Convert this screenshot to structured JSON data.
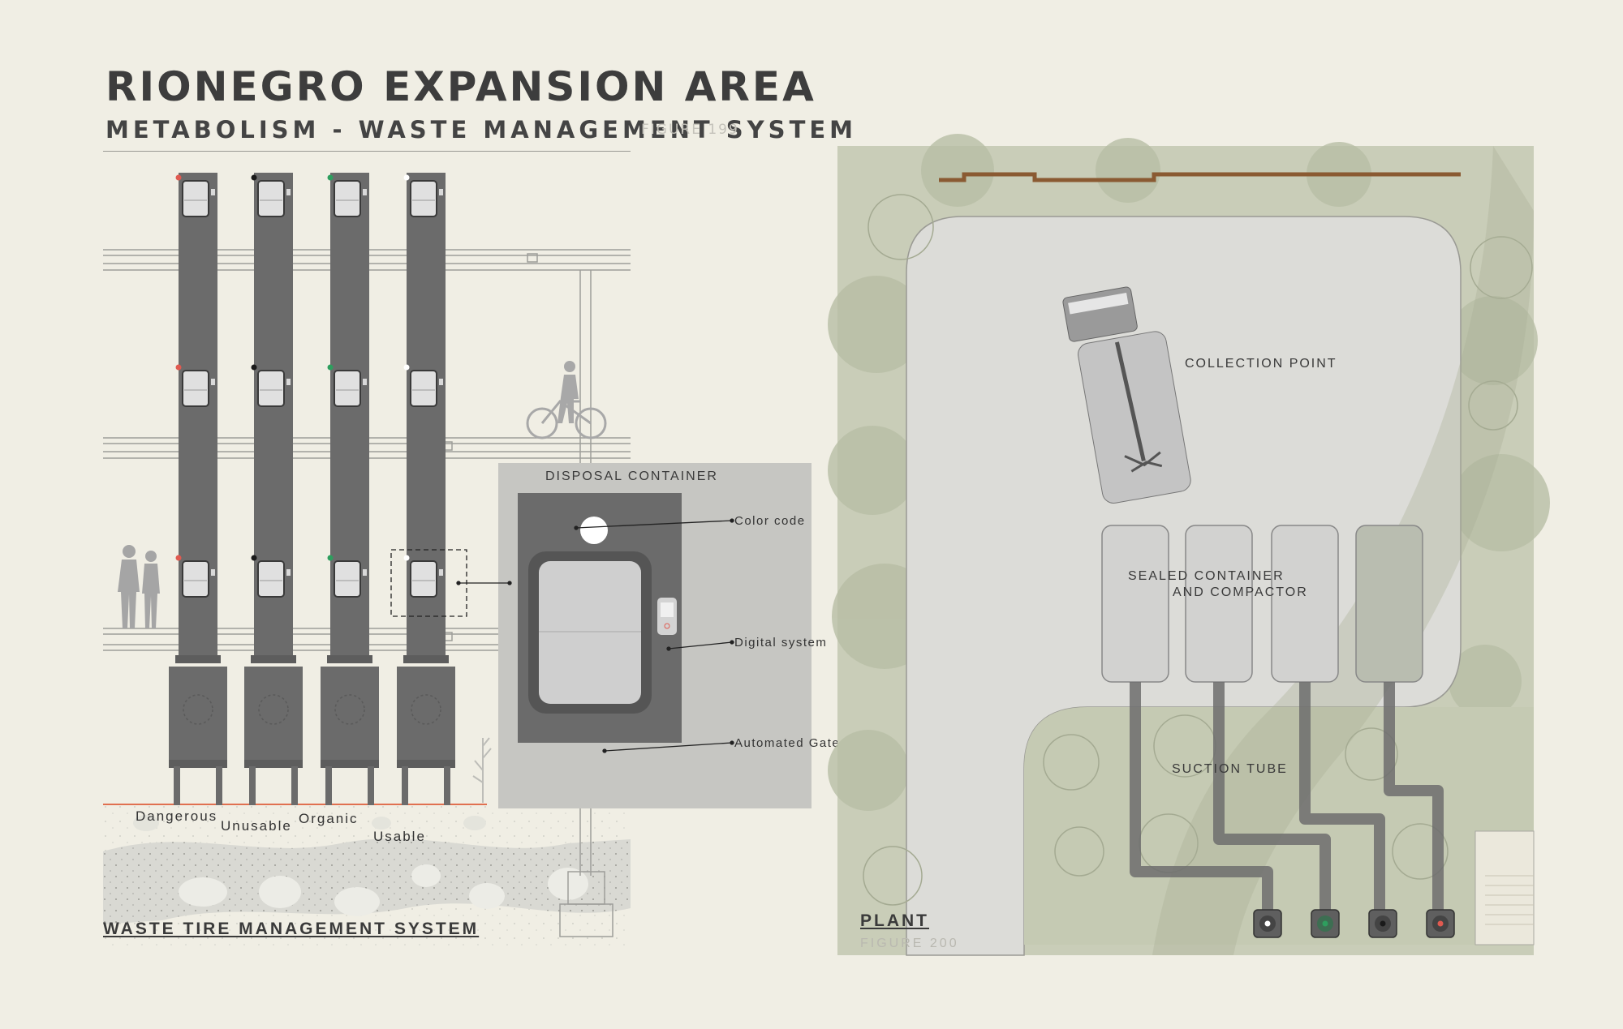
{
  "header": {
    "title": "RIONEGRO EXPANSION AREA",
    "subtitle": "METABOLISM - WASTE MANAGEMENT SYSTEM",
    "figure_ref": "FIGURE 199"
  },
  "section": {
    "categories": [
      "Dangerous",
      "Unusable",
      "Organic",
      "Usable"
    ],
    "category_colors": [
      "#e05a50",
      "#1a1a1a",
      "#2e9e5e",
      "#ffffff"
    ],
    "system_name": "WASTE TIRE MANAGEMENT SYSTEM"
  },
  "detail": {
    "title": "DISPOSAL CONTAINER",
    "callouts": [
      "Color code",
      "Digital system",
      "Automated Gate"
    ]
  },
  "plan": {
    "collection_point": "COLLECTION POINT",
    "sealed_container_line1": "SEALED CONTAINER",
    "sealed_container_line2": "AND COMPACTOR",
    "suction_tube": "SUCTION TUBE",
    "plant_label": "PLANT",
    "figure_ref": "FIGURE 200",
    "outlet_colors": [
      "#ffffff",
      "#2e9e5e",
      "#1a1a1a",
      "#e05a50"
    ]
  },
  "colors": {
    "background": "#f0eee4",
    "tube": "#6d6d6d",
    "plan_green": "#c9cdb8",
    "road": "#8a5a32"
  }
}
